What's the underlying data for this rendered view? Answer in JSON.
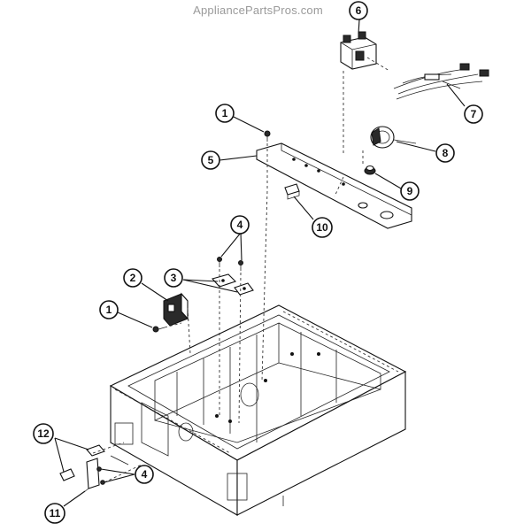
{
  "watermark": "AppliancePartsPros.com",
  "callouts": {
    "c1a": "1",
    "c1b": "1",
    "c2": "2",
    "c3": "3",
    "c4a": "4",
    "c4b": "4",
    "c5": "5",
    "c6": "6",
    "c7": "7",
    "c8": "8",
    "c9": "9",
    "c10": "10",
    "c11": "11",
    "c12": "12"
  }
}
